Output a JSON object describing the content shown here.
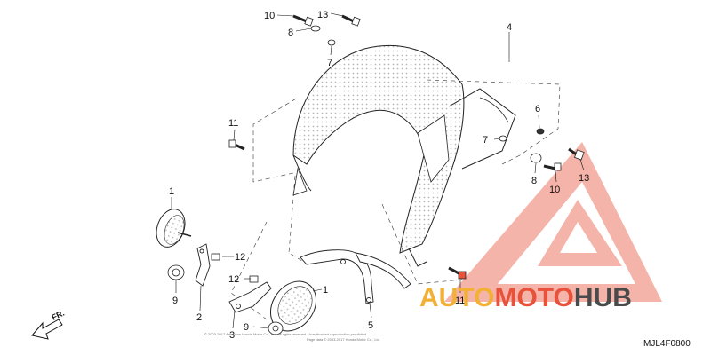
{
  "diagram_code": "MJL4F0800",
  "direction_label": "FR.",
  "watermark": {
    "part1": "AUTO",
    "part2": "MOTO",
    "part3": "HUB",
    "colors": {
      "auto": "#f2b035",
      "moto": "#e8513a",
      "hub": "#4a4a4a",
      "triangle": "#e8513a"
    }
  },
  "copyright_line1": "© 2003-2017 American Honda Motor Co., Inc. All rights reserved. Unauthorized reproduction prohibited.",
  "copyright_line2": "Page data © 2003-2017 Honda Motor Co., Ltd.",
  "callouts": {
    "c10_top": "10",
    "c13_top": "13",
    "c8_top": "8",
    "c4": "4",
    "c7_top": "7",
    "c6": "6",
    "c7_right": "7",
    "c11_left": "11",
    "c8_right": "8",
    "c10_right": "10",
    "c13_right": "13",
    "c1_left": "1",
    "c12_a": "12",
    "c12_b": "12",
    "c9_left": "9",
    "c2": "2",
    "c3": "3",
    "c9_bottom": "9",
    "c1_right": "1",
    "c5": "5",
    "c11_right": "11"
  }
}
